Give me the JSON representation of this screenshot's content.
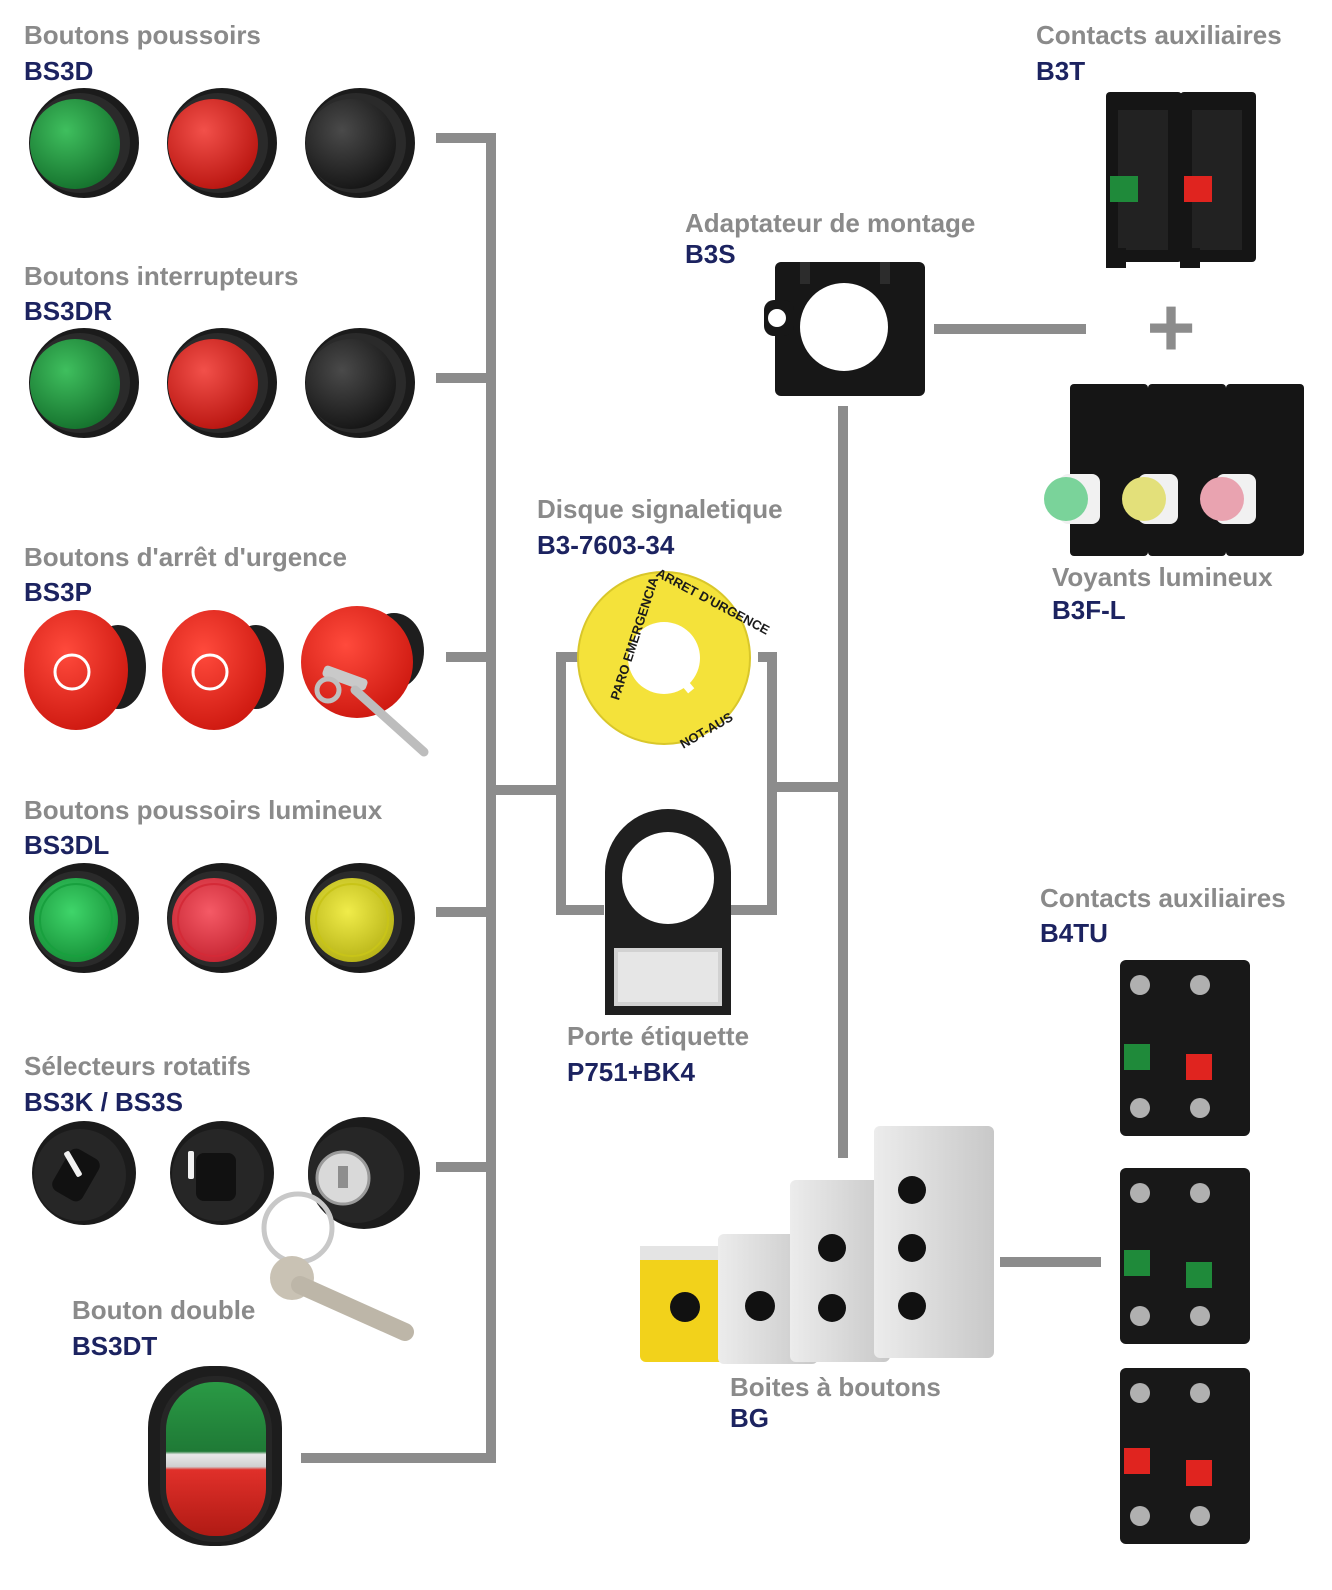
{
  "colors": {
    "connector": "#8c8c8c",
    "title_text": "#8a8a8a",
    "code_text": "#1c2360",
    "green": "#1f8a3a",
    "red": "#e0241f",
    "black": "#2a2a2a",
    "yellow": "#f4e23a",
    "box_grey": "#dcdcdc",
    "box_yellow": "#f2d21b"
  },
  "groups": {
    "push_buttons": {
      "title": "Boutons poussoirs",
      "code": "BS3D",
      "items": [
        {
          "icon": "green-push-button-icon",
          "color": "#1f8a3a"
        },
        {
          "icon": "red-push-button-icon",
          "color": "#e0241f"
        },
        {
          "icon": "black-push-button-icon",
          "color": "#2b2b2b"
        }
      ]
    },
    "switch_buttons": {
      "title": "Boutons interrupteurs",
      "code": "BS3DR",
      "items": [
        {
          "icon": "green-switch-button-icon",
          "color": "#1f8a3a"
        },
        {
          "icon": "red-switch-button-icon",
          "color": "#e0241f"
        },
        {
          "icon": "black-switch-button-icon",
          "color": "#2b2b2b"
        }
      ]
    },
    "emergency_buttons": {
      "title": "Boutons d'arrêt d'urgence",
      "code": "BS3P",
      "items": [
        {
          "icon": "red-mushroom-button-icon",
          "color": "#e8271f"
        },
        {
          "icon": "red-mushroom-button-icon",
          "color": "#e8271f"
        },
        {
          "icon": "red-key-mushroom-button-icon",
          "color": "#d42018"
        }
      ]
    },
    "illuminated_buttons": {
      "title": "Boutons poussoirs lumineux",
      "code": "BS3DL",
      "items": [
        {
          "icon": "green-illuminated-button-icon",
          "color": "#22b24c"
        },
        {
          "icon": "red-illuminated-button-icon",
          "color": "#e23340"
        },
        {
          "icon": "yellow-illuminated-button-icon",
          "color": "#d8d21e"
        }
      ]
    },
    "selectors": {
      "title": "Sélecteurs rotatifs",
      "code": "BS3K / BS3S",
      "items": [
        {
          "icon": "rotary-selector-icon"
        },
        {
          "icon": "rotary-selector-icon"
        },
        {
          "icon": "key-selector-icon"
        }
      ]
    },
    "double_button": {
      "title": "Bouton double",
      "code": "BS3DT",
      "icon": "double-button-icon"
    },
    "legend_disc": {
      "title": "Disque signaletique",
      "code": "B3-7603-34",
      "icon": "emergency-legend-disc-icon",
      "disc_texts": [
        "ARRET D'URGENCE",
        "PARO EMERGENCIA",
        "NOT-AUS"
      ]
    },
    "label_holder": {
      "title": "Porte étiquette",
      "code": "P751+BK4",
      "icon": "label-holder-icon"
    },
    "mounting_adapter": {
      "title": "Adaptateur de montage",
      "code": "B3S",
      "icon": "mounting-adapter-icon"
    },
    "aux_contacts_b3t": {
      "title": "Contacts auxiliaires",
      "code": "B3T",
      "items": [
        {
          "icon": "contact-block-no-icon",
          "color": "#1f8a3a"
        },
        {
          "icon": "contact-block-nc-icon",
          "color": "#e0241f"
        }
      ]
    },
    "plus_sign": "+",
    "pilot_lights": {
      "title": "Voyants lumineux",
      "code": "B3F-L",
      "items": [
        {
          "icon": "led-block-icon",
          "color": "#7ad39a"
        },
        {
          "icon": "led-block-icon",
          "color": "#e3e07a"
        },
        {
          "icon": "led-block-icon",
          "color": "#e9a3b0"
        }
      ]
    },
    "button_boxes": {
      "title": "Boites à boutons",
      "code": "BG",
      "icon": "button-boxes-icon"
    },
    "aux_contacts_b4tu": {
      "title": "Contacts auxiliaires",
      "code": "B4TU",
      "items": [
        {
          "icon": "contact-block-icon",
          "colors": [
            "#1f8a3a",
            "#e0241f"
          ]
        },
        {
          "icon": "contact-block-icon",
          "colors": [
            "#1f8a3a",
            "#1f8a3a"
          ]
        },
        {
          "icon": "contact-block-icon",
          "colors": [
            "#e0241f",
            "#e0241f"
          ]
        }
      ]
    }
  }
}
